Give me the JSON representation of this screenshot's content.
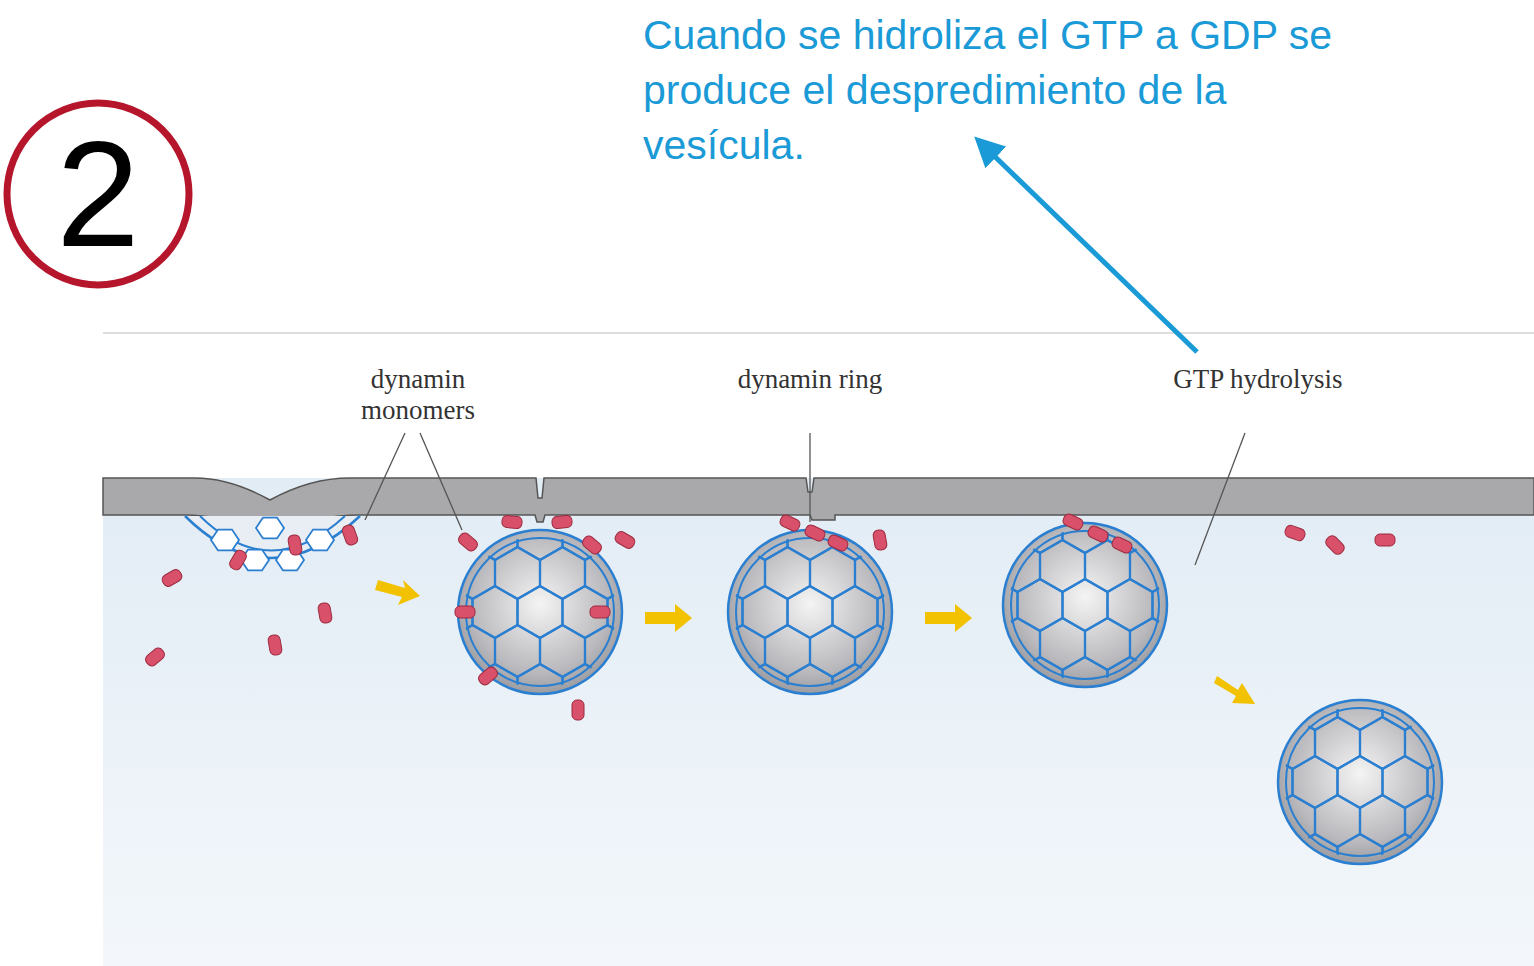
{
  "diagram": {
    "nodes": [
      {
        "text": [
          "2"
        ]
      }
    ],
    "labels": [
      "Cuando se hidroliza el GTP a GDP se produce el despredimiento de la vesícula.",
      "dynamin monomers",
      "dynamin ring",
      "GTP hydrolysis"
    ]
  }
}
